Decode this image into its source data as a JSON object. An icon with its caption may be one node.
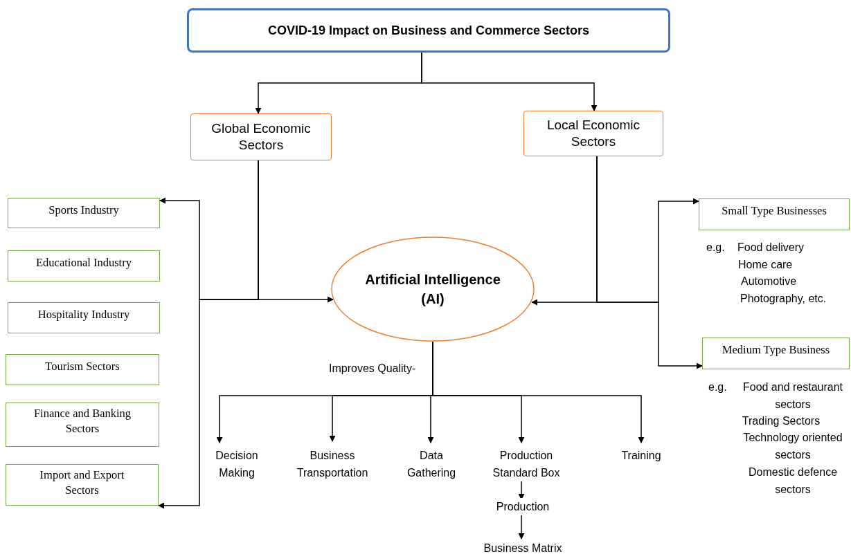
{
  "diagram": {
    "nodes": [
      {
        "text": [
          "COVID-19 Impact on Business and Commerce Sectors"
        ]
      },
      {
        "text": [
          "Global Economic Sectors"
        ]
      },
      {
        "text": [
          "Local Economic Sectors"
        ]
      },
      {
        "text": [
          "Artificial Intelligence (AI)"
        ]
      },
      {
        "text": [
          "Sports Industry"
        ]
      },
      {
        "text": [
          "Educational Industry"
        ]
      },
      {
        "text": [
          "Hospitality Industry"
        ]
      },
      {
        "text": [
          "Tourism Sectors"
        ]
      },
      {
        "text": [
          "Finance and Banking Sectors"
        ]
      },
      {
        "text": [
          "Import and Export Sectors"
        ]
      },
      {
        "text": [
          "Small Type Businesses"
        ],
        "beside": [
          "e.g.",
          "Food delivery",
          "Home care",
          "Automotive",
          "Photography, etc."
        ]
      },
      {
        "text": [
          "Medium Type Business"
        ],
        "beside": [
          "e.g.",
          "Food and restaurant sectors",
          "Trading Sectors",
          "Technology oriented sectors",
          "Domestic defence sectors"
        ]
      },
      {
        "text": [
          "Decision Making"
        ]
      },
      {
        "text": [
          "Business Transportation"
        ]
      },
      {
        "text": [
          "Data Gathering"
        ]
      },
      {
        "text": [
          "Production Standard Box"
        ]
      },
      {
        "text": [
          "Training"
        ]
      },
      {
        "text": [
          "Production"
        ]
      },
      {
        "text": [
          "Business Matrix"
        ]
      }
    ],
    "edges": [
      {
        "from": 0,
        "to": 1,
        "arrow": "to"
      },
      {
        "from": 0,
        "to": 2,
        "arrow": "to"
      },
      {
        "from": 1,
        "to": 3,
        "arrow": "to"
      },
      {
        "from": 1,
        "to": 4,
        "arrow": "to"
      },
      {
        "from": 1,
        "to": 9,
        "arrow": "to"
      },
      {
        "from": 2,
        "to": 3,
        "arrow": "to"
      },
      {
        "from": 2,
        "to": 10,
        "arrow": "to"
      },
      {
        "from": 2,
        "to": 11,
        "arrow": "to"
      },
      {
        "from": 3,
        "to": 12,
        "arrow": "to"
      },
      {
        "from": 3,
        "to": 13,
        "arrow": "to"
      },
      {
        "from": 3,
        "to": 14,
        "arrow": "to"
      },
      {
        "from": 3,
        "to": 15,
        "arrow": "to"
      },
      {
        "from": 3,
        "to": 16,
        "arrow": "to"
      },
      {
        "from": 15,
        "to": 17,
        "arrow": "to"
      },
      {
        "from": 17,
        "to": 18,
        "arrow": "to"
      }
    ],
    "labels": [
      "Improves Quality-"
    ]
  }
}
